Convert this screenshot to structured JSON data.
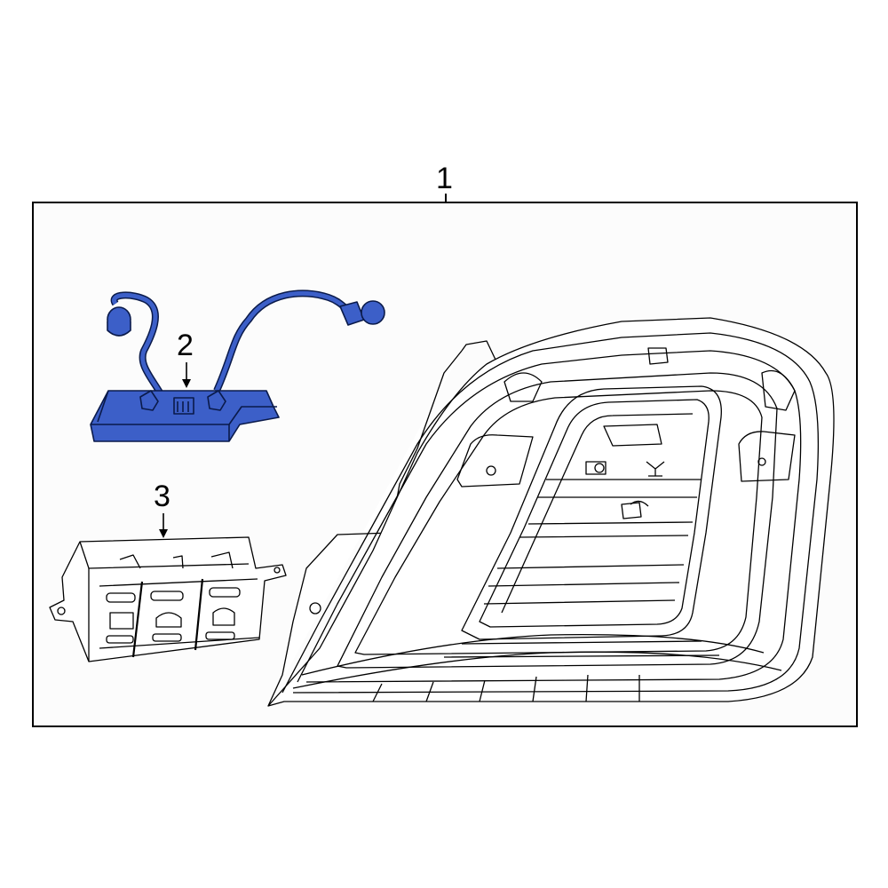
{
  "diagram": {
    "type": "exploded parts diagram",
    "subject": "Overhead console assembly",
    "colors": {
      "highlight_part": "#3c5fc8",
      "line": "#000000",
      "frame_fill": "#fcfcfc",
      "background": "#ffffff"
    },
    "callouts": [
      {
        "id": "1",
        "label": "1",
        "target": "overhead-console-assembly",
        "position": "above frame, top center"
      },
      {
        "id": "2",
        "label": "2",
        "target": "module-with-wire-harness (highlighted blue)",
        "position": "upper left inside frame"
      },
      {
        "id": "3",
        "label": "3",
        "target": "switch-panel",
        "position": "lower left inside frame"
      }
    ]
  }
}
